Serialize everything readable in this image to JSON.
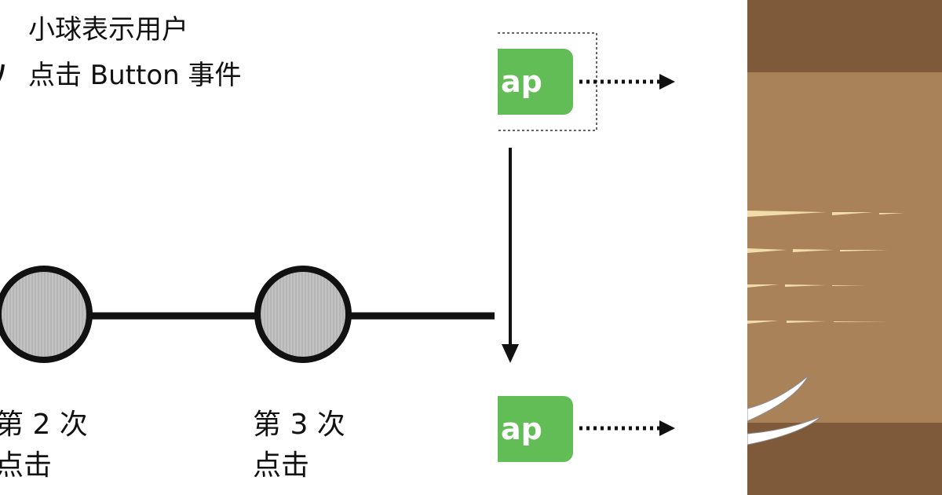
{
  "legend": {
    "line1": "小球表示用户",
    "line2": "点击 Button 事件"
  },
  "timeline": {
    "balls": [
      {
        "label_line1": "第 2 次",
        "label_line2": "点击"
      },
      {
        "label_line1": "第 3 次",
        "label_line2": "点击"
      }
    ]
  },
  "operator": {
    "top_label": "ap",
    "bottom_label": "ap"
  },
  "colors": {
    "operator_green": "#62bd57",
    "ball_fill": "#bdbdbd",
    "wood_dark": "#7f5a3a",
    "wood_light": "#a9825a"
  }
}
